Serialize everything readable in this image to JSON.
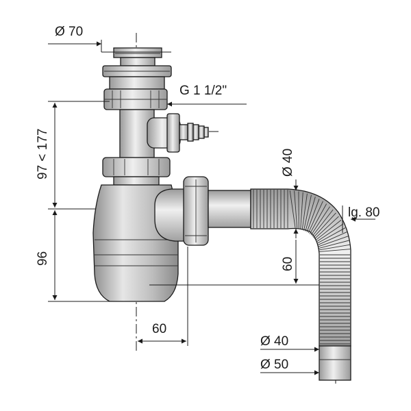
{
  "labels": {
    "top_diameter": "Ø 70",
    "thread": "G 1 1/2\"",
    "adjust_height": "97 < 177",
    "bowl_height": "96",
    "outlet_offset": "60",
    "pipe_inner": "Ø 40",
    "length": "lg. 80",
    "drop": "60",
    "outlet_inner": "Ø 40",
    "outlet_outer": "Ø 50"
  },
  "colors": {
    "line": "#1a1a1a",
    "body_light": "#e8e8e8",
    "body_mid": "#c9c9c9",
    "body_dark": "#9e9e9e"
  }
}
